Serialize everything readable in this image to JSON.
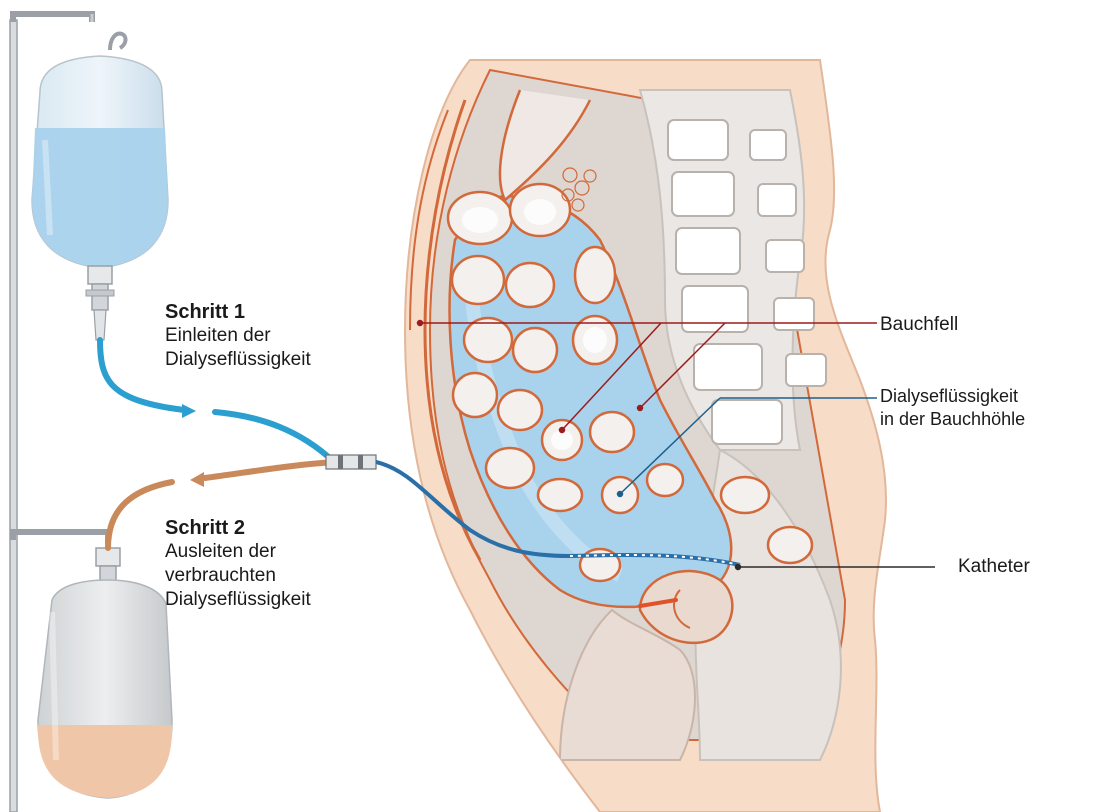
{
  "steps": [
    {
      "title": "Schritt 1",
      "line1": "Einleiten der",
      "line2": "Dialyseflüssigkeit"
    },
    {
      "title": "Schritt 2",
      "line1": "Ausleiten der",
      "line2": "verbrauchten",
      "line3": "Dialyseflüssigkeit"
    }
  ],
  "labels": {
    "peritoneum": "Bauchfell",
    "fluid_line1": "Dialyseflüssigkeit",
    "fluid_line2": "in der Bauchhöhle",
    "catheter": "Katheter"
  },
  "colors": {
    "fresh_fluid": "#a9d2ec",
    "used_fluid": "#f0c6a8",
    "inflow_tube": "#2a9fd0",
    "outflow_tube": "#c9895a",
    "peritoneum_line": "#9b1c1c",
    "fluid_pointer": "#1f5f8b",
    "tissue_outline": "#d2693a",
    "skin": "#f7dcc8"
  },
  "icons": [
    "iv-pole-icon",
    "fluid-bag-icon",
    "drain-bag-icon",
    "catheter-connector-icon"
  ]
}
